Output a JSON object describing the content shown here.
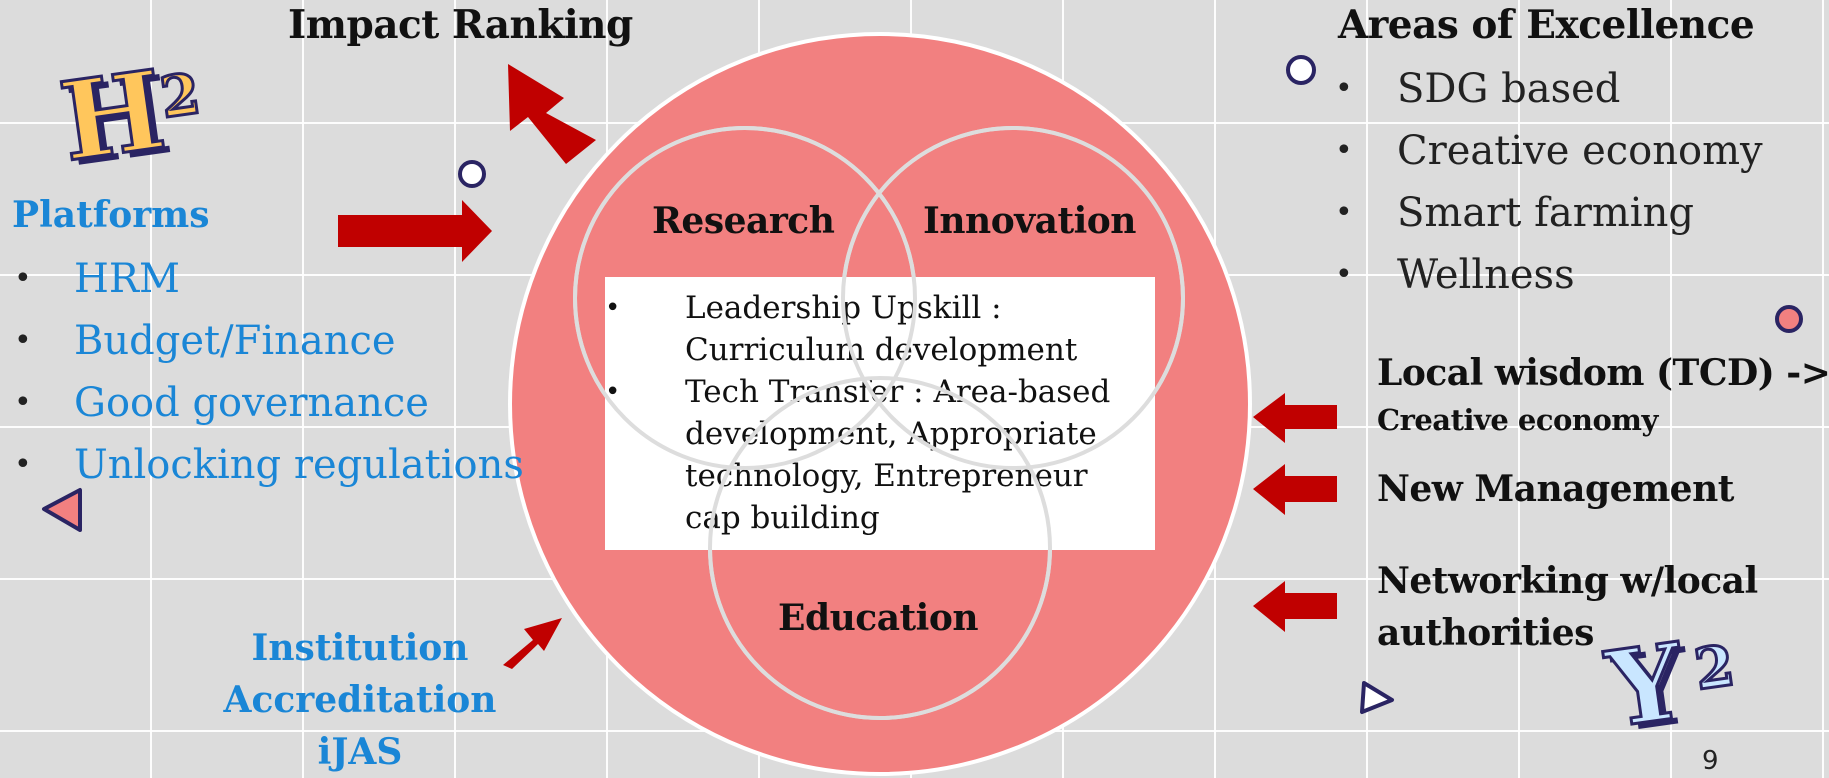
{
  "impact_ranking": "Impact Ranking",
  "logo_h2": {
    "letter": "H",
    "superscript": "2"
  },
  "logo_y2": {
    "letter": "Y",
    "superscript": "2"
  },
  "platforms": {
    "title": "Platforms",
    "items": [
      "HRM",
      "Budget/Finance",
      "Good governance",
      "Unlocking regulations"
    ]
  },
  "areas": {
    "title": "Areas of Excellence",
    "items": [
      "SDG based",
      "Creative economy",
      "Smart farming",
      "Wellness"
    ]
  },
  "venn": {
    "research": "Research",
    "innovation": "Innovation",
    "education": "Education"
  },
  "center_box": {
    "items": [
      {
        "line1": "Leadership Upskill :",
        "line2": "Curriculum development"
      },
      {
        "line1": "Tech Transfer : Area-based",
        "line2": "development, Appropriate",
        "line3": "technology, Entrepreneur",
        "line4": "cap building"
      }
    ]
  },
  "right_labels": {
    "local_wisdom_line1": "Local wisdom (TCD) ->",
    "local_wisdom_line2": "Creative economy",
    "new_management": "New Management",
    "networking_line1": "Networking w/local",
    "networking_line2": "authorities"
  },
  "accreditation": {
    "line1": "Institution",
    "line2": "Accreditation",
    "line3": "iJAS"
  },
  "bullet_symbol": "•",
  "page_number": "9",
  "colors": {
    "circle": "#f28080",
    "arrow": "#c00000",
    "blue": "#1a86d6",
    "logo_yellow": "#ffc65c",
    "logo_blue": "#c9e6ff",
    "logo_navy": "#2a2463"
  }
}
